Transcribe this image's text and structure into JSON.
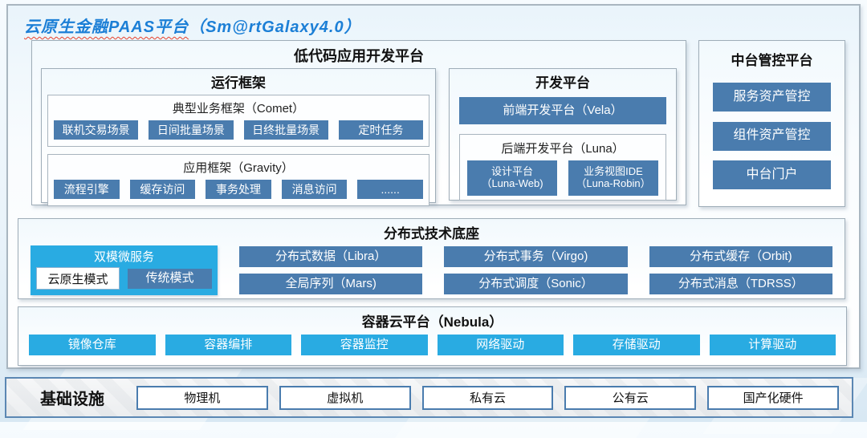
{
  "colors": {
    "steel_blue": "#4a7cae",
    "bright_cyan": "#29abe2",
    "title_blue": "#1c7fd6",
    "squiggle_red": "#e8412c"
  },
  "title": {
    "part1": "云原生金融PAAS平台",
    "part2": "（Sm@rtGalaxy4.0）"
  },
  "lowcode": {
    "title": "低代码应用开发平台",
    "runtime": {
      "title": "运行框架",
      "comet": {
        "title": "典型业务框架（Comet）",
        "items": [
          "联机交易场景",
          "日间批量场景",
          "日终批量场景",
          "定时任务"
        ]
      },
      "gravity": {
        "title": "应用框架（Gravity）",
        "items": [
          "流程引擎",
          "缓存访问",
          "事务处理",
          "消息访问",
          "......"
        ]
      }
    },
    "dev": {
      "title": "开发平台",
      "frontend": "前端开发平台（Vela）",
      "backend": {
        "title": "后端开发平台（Luna）",
        "items": [
          {
            "line1": "设计平台",
            "line2": "（Luna-Web)"
          },
          {
            "line1": "业务视图IDE",
            "line2": "（Luna-Robin）"
          }
        ]
      }
    }
  },
  "mgmt": {
    "title": "中台管控平台",
    "items": [
      "服务资产管控",
      "组件资产管控",
      "中台门户"
    ]
  },
  "distributed": {
    "title": "分布式技术底座",
    "dual_mode": {
      "title": "双模微服务",
      "cloud_native": "云原生模式",
      "traditional": "传统模式"
    },
    "row1": [
      "分布式数据（Libra）",
      "分布式事务（Virgo)",
      "分布式缓存（Orbit)"
    ],
    "row2": [
      "全局序列（Mars)",
      "分布式调度（Sonic）",
      "分布式消息（TDRSS）"
    ]
  },
  "nebula": {
    "title": "容器云平台（Nebula）",
    "items": [
      "镜像仓库",
      "容器编排",
      "容器监控",
      "网络驱动",
      "存储驱动",
      "计算驱动"
    ]
  },
  "infra": {
    "title": "基础设施",
    "items": [
      "物理机",
      "虚拟机",
      "私有云",
      "公有云",
      "国产化硬件"
    ]
  }
}
